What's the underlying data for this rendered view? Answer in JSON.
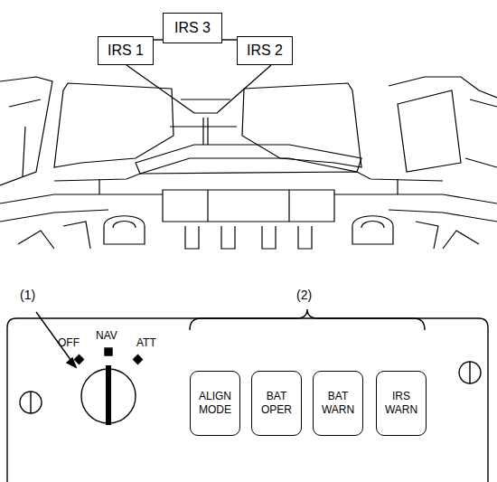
{
  "diagram": {
    "nodes": [
      {
        "text": [
          "IRS 1"
        ]
      },
      {
        "text": [
          "IRS 3"
        ]
      },
      {
        "text": [
          "IRS 2"
        ]
      },
      {
        "text": [
          "ALIGN MODE"
        ]
      },
      {
        "text": [
          "BAT OPER"
        ]
      },
      {
        "text": [
          "BAT WARN"
        ]
      },
      {
        "text": [
          "IRS WARN"
        ]
      }
    ],
    "edges": [
      {
        "from": 0,
        "to": 1,
        "arrow": "none"
      },
      {
        "from": 1,
        "to": 2,
        "arrow": "none"
      }
    ],
    "labels": [
      "(1)",
      "(2)",
      "OFF",
      "NAV",
      "ATT"
    ]
  }
}
